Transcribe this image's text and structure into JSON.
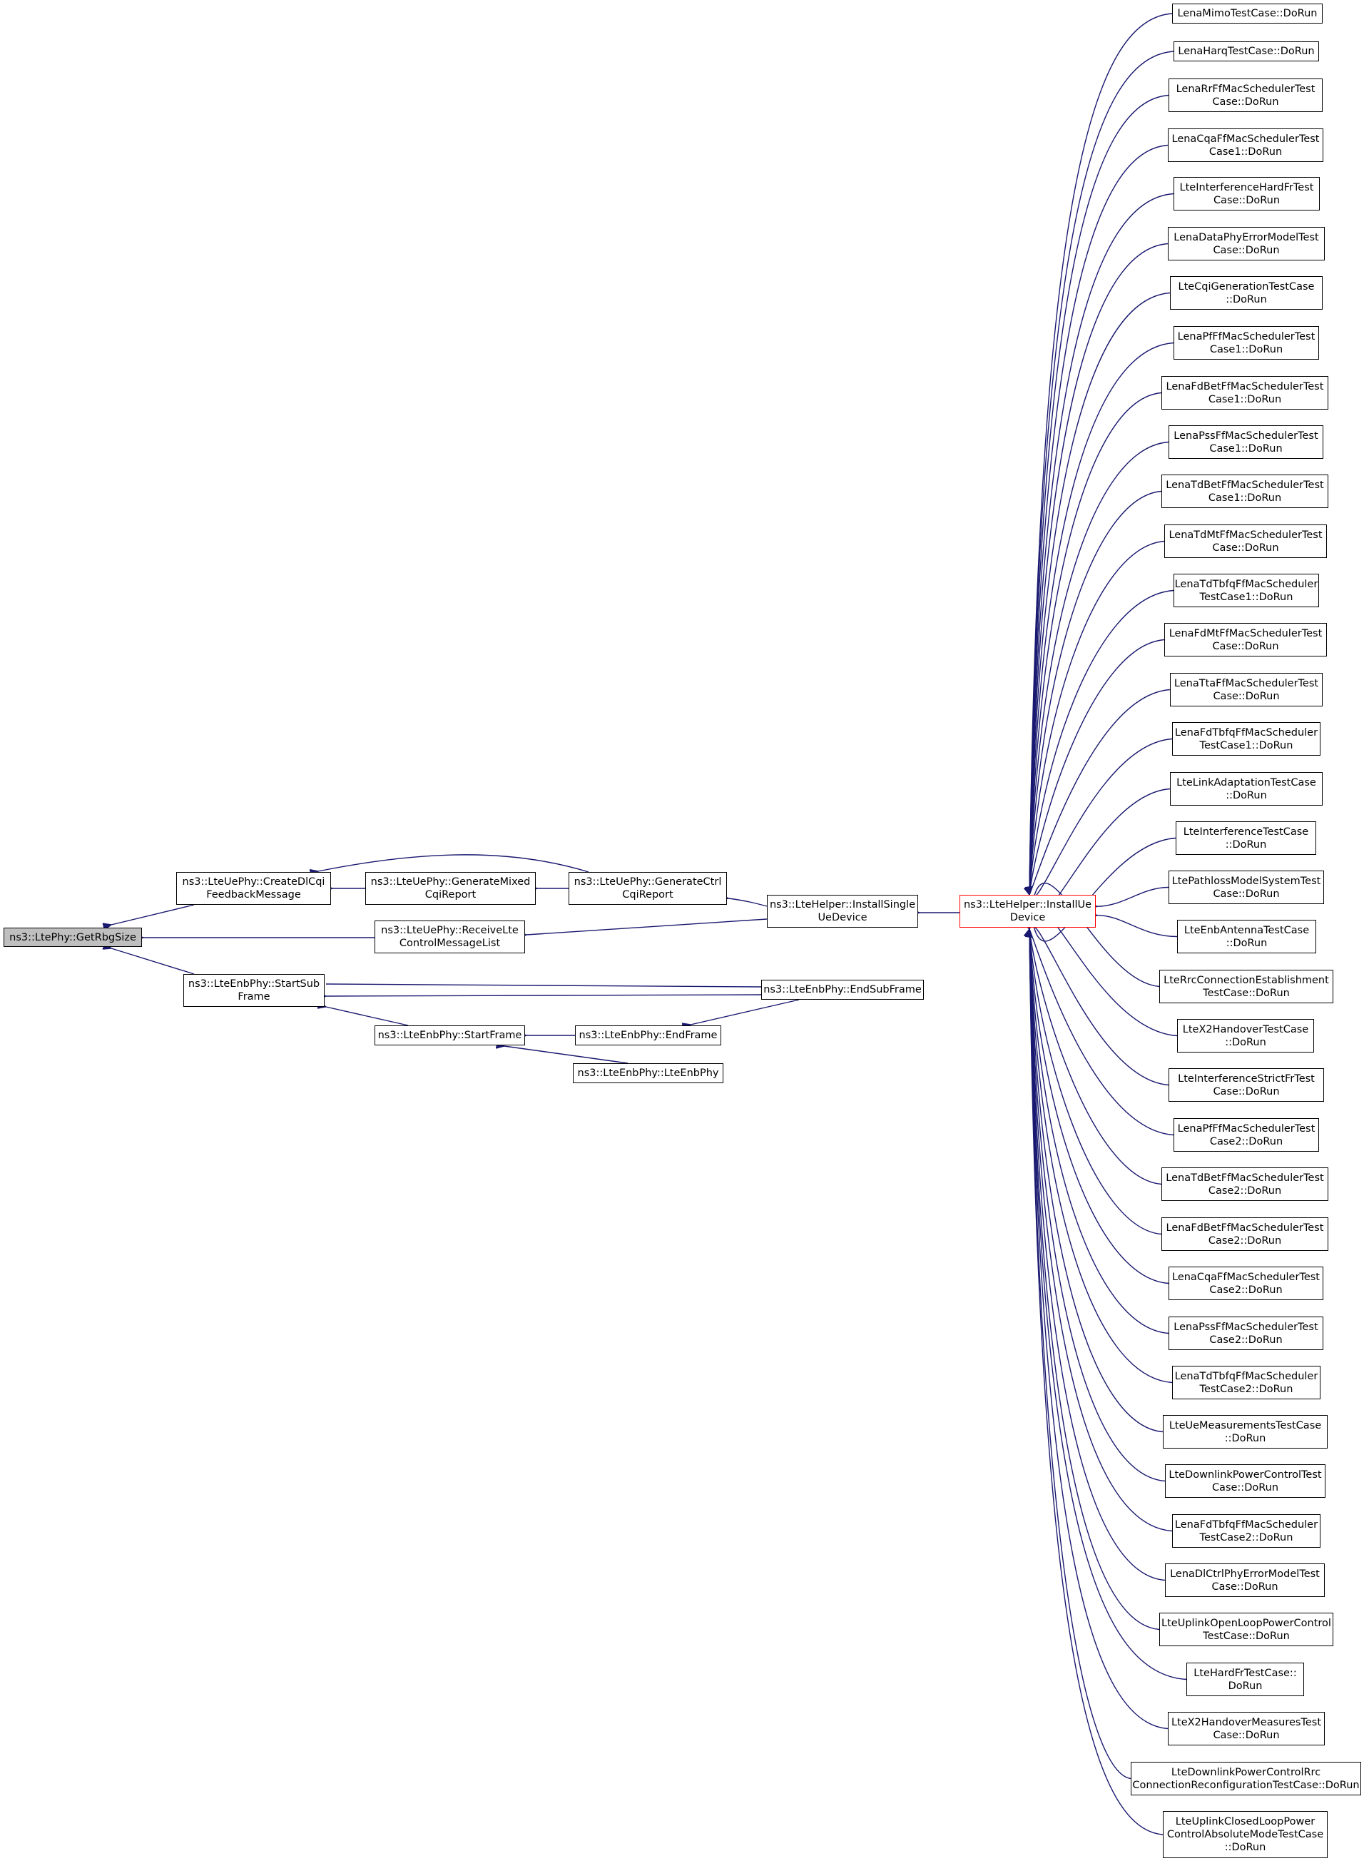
{
  "colors": {
    "edge": "#191970",
    "box_border": "#000000",
    "root_fill": "#bfbfbf",
    "highlight_border": "#ff0000"
  },
  "nodes": {
    "root": [
      "ns3::LtePhy::GetRbgSize"
    ],
    "create_dl_cqi": [
      "ns3::LteUePhy::CreateDlCqi",
      "FeedbackMessage"
    ],
    "gen_mixed": [
      "ns3::LteUePhy::GenerateMixed",
      "CqiReport"
    ],
    "gen_ctrl": [
      "ns3::LteUePhy::GenerateCtrl",
      "CqiReport"
    ],
    "install_single": [
      "ns3::LteHelper::InstallSingle",
      "UeDevice"
    ],
    "install_ue": [
      "ns3::LteHelper::InstallUe",
      "Device"
    ],
    "receive_lte": [
      "ns3::LteUePhy::ReceiveLte",
      "ControlMessageList"
    ],
    "start_sub": [
      "ns3::LteEnbPhy::StartSub",
      "Frame"
    ],
    "end_sub": [
      "ns3::LteEnbPhy::EndSubFrame"
    ],
    "start_frame": [
      "ns3::LteEnbPhy::StartFrame"
    ],
    "end_frame": [
      "ns3::LteEnbPhy::EndFrame"
    ],
    "lte_enb_phy": [
      "ns3::LteEnbPhy::LteEnbPhy"
    ]
  },
  "callers": [
    [
      "LenaMimoTestCase::DoRun"
    ],
    [
      "LenaHarqTestCase::DoRun"
    ],
    [
      "LenaRrFfMacSchedulerTest",
      "Case::DoRun"
    ],
    [
      "LenaCqaFfMacSchedulerTest",
      "Case1::DoRun"
    ],
    [
      "LteInterferenceHardFrTest",
      "Case::DoRun"
    ],
    [
      "LenaDataPhyErrorModelTest",
      "Case::DoRun"
    ],
    [
      "LteCqiGenerationTestCase",
      "::DoRun"
    ],
    [
      "LenaPfFfMacSchedulerTest",
      "Case1::DoRun"
    ],
    [
      "LenaFdBetFfMacSchedulerTest",
      "Case1::DoRun"
    ],
    [
      "LenaPssFfMacSchedulerTest",
      "Case1::DoRun"
    ],
    [
      "LenaTdBetFfMacSchedulerTest",
      "Case1::DoRun"
    ],
    [
      "LenaTdMtFfMacSchedulerTest",
      "Case::DoRun"
    ],
    [
      "LenaTdTbfqFfMacScheduler",
      "TestCase1::DoRun"
    ],
    [
      "LenaFdMtFfMacSchedulerTest",
      "Case::DoRun"
    ],
    [
      "LenaTtaFfMacSchedulerTest",
      "Case::DoRun"
    ],
    [
      "LenaFdTbfqFfMacScheduler",
      "TestCase1::DoRun"
    ],
    [
      "LteLinkAdaptationTestCase",
      "::DoRun"
    ],
    [
      "LteInterferenceTestCase",
      "::DoRun"
    ],
    [
      "LtePathlossModelSystemTest",
      "Case::DoRun"
    ],
    [
      "LteEnbAntennaTestCase",
      "::DoRun"
    ],
    [
      "LteRrcConnectionEstablishment",
      "TestCase::DoRun"
    ],
    [
      "LteX2HandoverTestCase",
      "::DoRun"
    ],
    [
      "LteInterferenceStrictFrTest",
      "Case::DoRun"
    ],
    [
      "LenaPfFfMacSchedulerTest",
      "Case2::DoRun"
    ],
    [
      "LenaTdBetFfMacSchedulerTest",
      "Case2::DoRun"
    ],
    [
      "LenaFdBetFfMacSchedulerTest",
      "Case2::DoRun"
    ],
    [
      "LenaCqaFfMacSchedulerTest",
      "Case2::DoRun"
    ],
    [
      "LenaPssFfMacSchedulerTest",
      "Case2::DoRun"
    ],
    [
      "LenaTdTbfqFfMacScheduler",
      "TestCase2::DoRun"
    ],
    [
      "LteUeMeasurementsTestCase",
      "::DoRun"
    ],
    [
      "LteDownlinkPowerControlTest",
      "Case::DoRun"
    ],
    [
      "LenaFdTbfqFfMacScheduler",
      "TestCase2::DoRun"
    ],
    [
      "LenaDlCtrlPhyErrorModelTest",
      "Case::DoRun"
    ],
    [
      "LteUplinkOpenLoopPowerControl",
      "TestCase::DoRun"
    ],
    [
      "LteHardFrTestCase::",
      "DoRun"
    ],
    [
      "LteX2HandoverMeasuresTest",
      "Case::DoRun"
    ],
    [
      "LteDownlinkPowerControlRrc",
      "ConnectionReconfigurationTestCase::DoRun"
    ],
    [
      "LteUplinkClosedLoopPower",
      "ControlAbsoluteModeTestCase",
      "::DoRun"
    ]
  ]
}
